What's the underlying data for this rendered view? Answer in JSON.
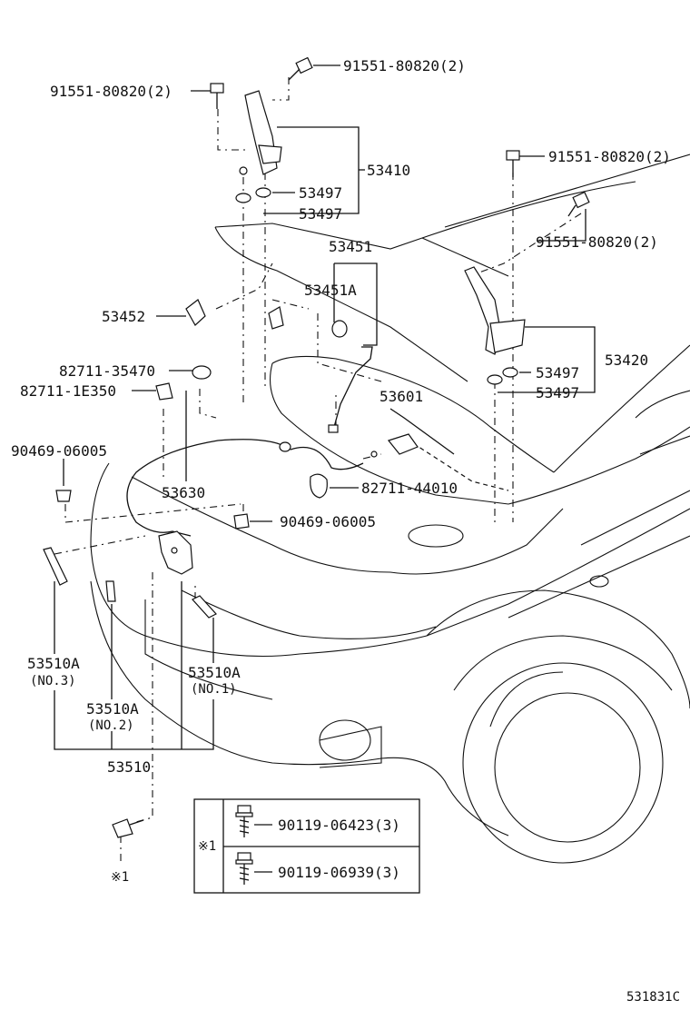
{
  "labels": {
    "bolt_top_right": "91551-80820(2)",
    "bolt_top_left": "91551-80820(2)",
    "hinge_lh": "53410",
    "cushion_lh_1": "53497",
    "cushion_lh_2": "53497",
    "bolt_right_1": "91551-80820(2)",
    "bolt_right_2": "91551-80820(2)",
    "rod_set": "53451",
    "rod": "53451A",
    "holder": "53452",
    "clamp_1": "82711-35470",
    "clamp_2": "82711-1E350",
    "hinge_rh": "53420",
    "cushion_rh_1": "53497",
    "cushion_rh_2": "53497",
    "lever": "53601",
    "clip_left": "90469-06005",
    "cable": "53630",
    "clamp_3": "82711-44010",
    "clip_center": "90469-06005",
    "lock_no3": "53510A",
    "lock_no3_sub": "(NO.3)",
    "lock_no1": "53510A",
    "lock_no1_sub": "(NO.1)",
    "lock_no2": "53510A",
    "lock_no2_sub": "(NO.2)",
    "lock_assy": "53510",
    "ref_mark": "※1",
    "box_mark": "※1",
    "box_bolt_1": "90119-06423(3)",
    "box_bolt_2": "90119-06939(3)",
    "diagram_code": "531831C"
  }
}
